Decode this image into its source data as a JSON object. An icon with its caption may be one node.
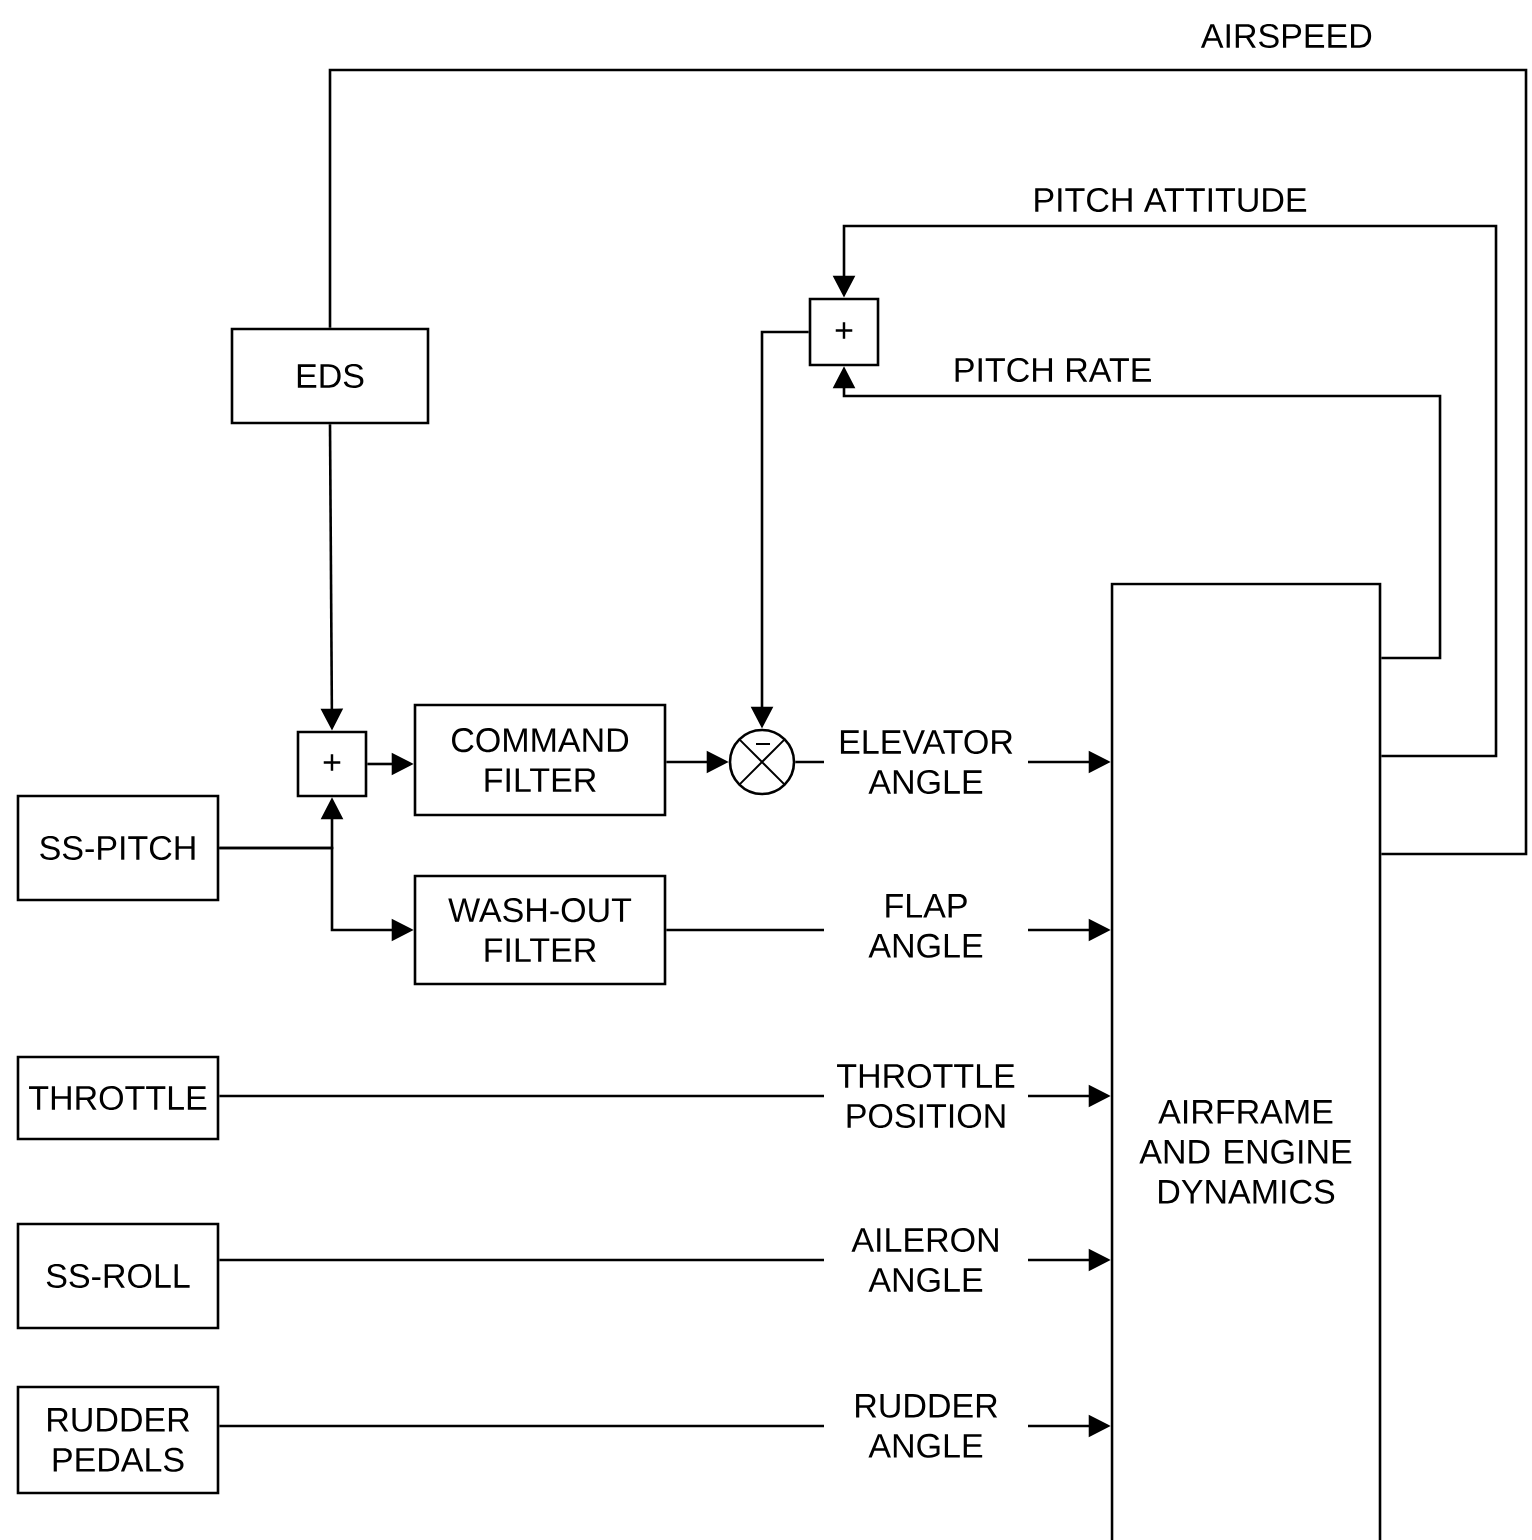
{
  "diagram": {
    "nodes": [
      {
        "text": [
          "EDS"
        ]
      },
      {
        "text": [
          "+"
        ]
      },
      {
        "text": [
          "COMMAND FILTER"
        ]
      },
      {
        "text": [],
        "shape": "circle"
      },
      {
        "text": [
          "+"
        ]
      },
      {
        "text": [
          "SS-PITCH"
        ]
      },
      {
        "text": [
          "WASH-OUT FILTER"
        ]
      },
      {
        "text": [
          "THROTTLE"
        ]
      },
      {
        "text": [
          "SS-ROLL"
        ]
      },
      {
        "text": [
          "RUDDER PEDALS"
        ]
      },
      {
        "text": [
          "AIRFRAME AND ENGINE DYNAMICS"
        ]
      }
    ],
    "edges": [
      {
        "from": 10,
        "to": 0,
        "arrow": "none",
        "label": "AIRSPEED"
      },
      {
        "from": 10,
        "to": 4,
        "arrow": "to",
        "label": "PITCH ATTITUDE"
      },
      {
        "from": 10,
        "to": 4,
        "arrow": "to",
        "label": "PITCH RATE"
      },
      {
        "from": 0,
        "to": 1,
        "arrow": "to"
      },
      {
        "from": 5,
        "to": 1,
        "arrow": "to"
      },
      {
        "from": 5,
        "to": 6,
        "arrow": "to"
      },
      {
        "from": 1,
        "to": 2,
        "arrow": "to"
      },
      {
        "from": 2,
        "to": 3,
        "arrow": "to"
      },
      {
        "from": 4,
        "to": 3,
        "arrow": "to"
      },
      {
        "from": 3,
        "to": 10,
        "arrow": "to",
        "label": "ELEVATOR ANGLE"
      },
      {
        "from": 6,
        "to": 10,
        "arrow": "to",
        "label": "FLAP ANGLE"
      },
      {
        "from": 7,
        "to": 10,
        "arrow": "to",
        "label": "THROTTLE POSITION"
      },
      {
        "from": 8,
        "to": 10,
        "arrow": "to",
        "label": "AILERON ANGLE"
      },
      {
        "from": 9,
        "to": 10,
        "arrow": "to",
        "label": "RUDDER ANGLE"
      }
    ]
  }
}
